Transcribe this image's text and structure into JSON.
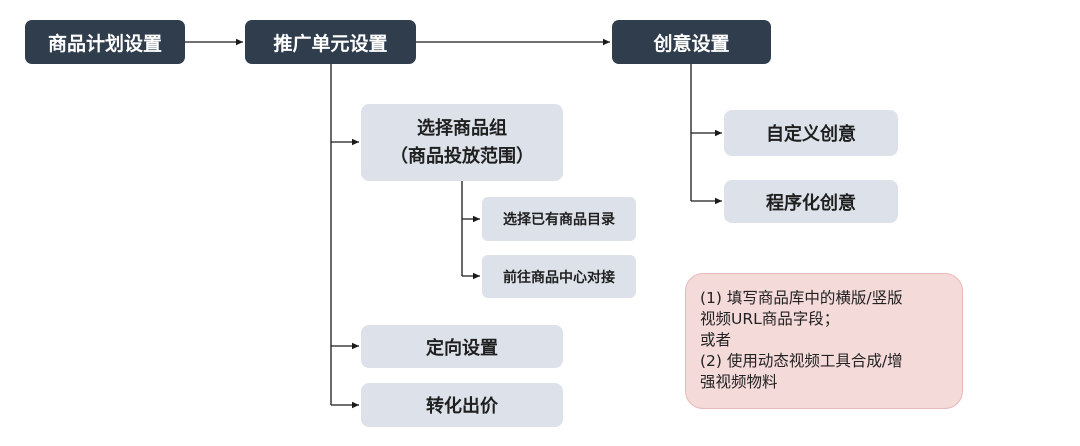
{
  "nodes": {
    "plan_settings": "商品计划设置",
    "unit_settings": "推广单元设置",
    "creative_settings": "创意设置",
    "select_group_line1": "选择商品组",
    "select_group_line2": "（商品投放范围）",
    "select_catalog": "选择已有商品目录",
    "goto_center": "前往商品中心对接",
    "targeting": "定向设置",
    "conversion_bid": "转化出价",
    "custom_creative": "自定义创意",
    "programmatic_creative": "程序化创意"
  },
  "note": {
    "lines": [
      "(1) 填写商品库中的横版/竖版",
      "视频URL商品字段；",
      "或者",
      "(2) 使用动态视频工具合成/增",
      "强视频物料"
    ]
  },
  "colors": {
    "dark_box": "#2f3d4d",
    "light_box": "#dde2ea",
    "note_bg": "#f5dada",
    "line": "#1a1a1a"
  }
}
